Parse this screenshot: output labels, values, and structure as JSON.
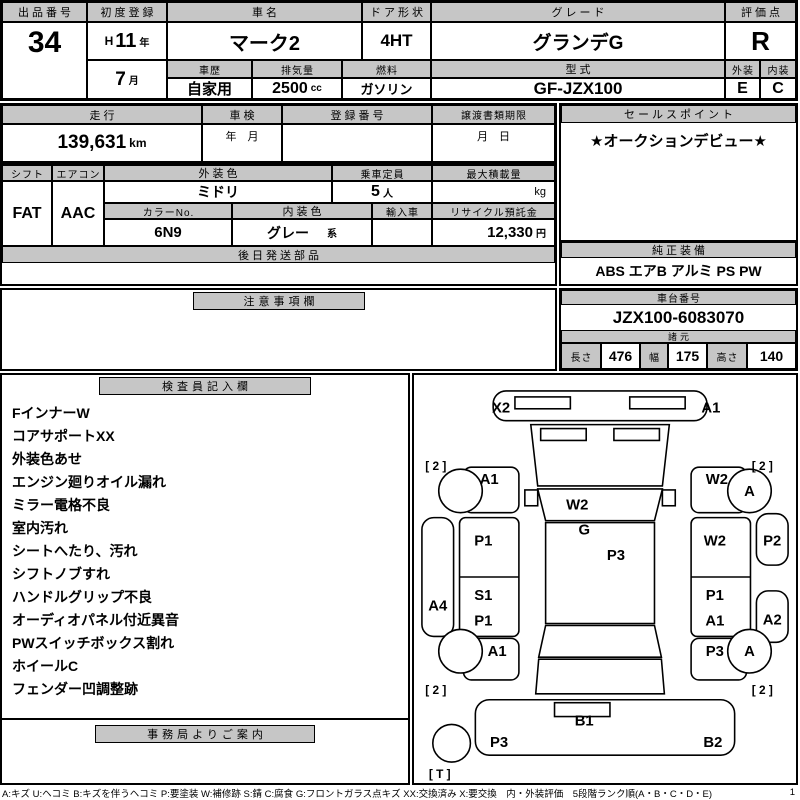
{
  "colors": {
    "header_bg": "#c6c6c6",
    "line": "#000000"
  },
  "top": {
    "lot": {
      "label": "出品番号",
      "value": "34"
    },
    "first_reg": {
      "label": "初度登録",
      "era": "H",
      "year": "11",
      "year_unit": "年",
      "month": "7",
      "month_unit": "月"
    },
    "car_name": {
      "label": "車名",
      "value": "マーク2"
    },
    "door": {
      "label": "ドア形状",
      "value": "4HT"
    },
    "grade": {
      "label": "グレード",
      "value": "グランデG"
    },
    "score": {
      "label": "評価点",
      "value": "R"
    },
    "history": {
      "label": "車歴",
      "value": "自家用"
    },
    "displacement": {
      "label": "排気量",
      "value": "2500",
      "unit": "cc"
    },
    "fuel": {
      "label": "燃料",
      "value": "ガソリン"
    },
    "model_code": {
      "label": "型式",
      "value": "GF-JZX100"
    },
    "exterior": {
      "label": "外装",
      "value": "E"
    },
    "interior": {
      "label": "内装",
      "value": "C"
    }
  },
  "mileage_row": {
    "mileage": {
      "label": "走行",
      "value": "139,631",
      "unit": "km"
    },
    "inspection": {
      "label": "車検",
      "value": "年　月"
    },
    "registration": {
      "label": "登録番号",
      "value": ""
    },
    "transfer": {
      "label": "譲渡書類期限",
      "value": "月　日"
    }
  },
  "sales_point": {
    "label": "セールスポイント",
    "value": "★オークションデビュー★"
  },
  "spec": {
    "shift": {
      "label": "シフト",
      "value": "FAT"
    },
    "aircon": {
      "label": "エアコン",
      "value": "AAC"
    },
    "exterior_color": {
      "label": "外装色",
      "value": "ミドリ"
    },
    "capacity": {
      "label": "乗車定員",
      "value": "5",
      "unit": "人"
    },
    "max_load": {
      "label": "最大積載量",
      "value": "",
      "unit": "kg"
    },
    "color_no": {
      "label": "カラーNo.",
      "value": "6N9"
    },
    "interior_color": {
      "label": "内装色",
      "value": "グレー",
      "unit": "系"
    },
    "import_car": {
      "label": "輸入車",
      "value": ""
    },
    "recycle_deposit": {
      "label": "リサイクル預託金",
      "value": "12,330",
      "unit": "円"
    },
    "later_shipping": {
      "label": "後日発送部品",
      "value": ""
    }
  },
  "equipment": {
    "label": "純正装備",
    "value": "ABS エアB アルミ PS PW"
  },
  "notes": {
    "label": "注意事項欄",
    "value": ""
  },
  "chassis": {
    "label": "車台番号",
    "value": "JZX100-6083070"
  },
  "dimensions": {
    "label": "諸元",
    "length": {
      "label": "長さ",
      "value": "476"
    },
    "width": {
      "label": "幅",
      "value": "175"
    },
    "height": {
      "label": "高さ",
      "value": "140"
    }
  },
  "inspector": {
    "label": "検査員記入欄",
    "items": [
      "FインナーW",
      "コアサポートXX",
      "外装色あせ",
      "エンジン廻りオイル漏れ",
      "ミラー電格不良",
      "室内汚れ",
      "シートへたり、汚れ",
      "シフトノブすれ",
      "ハンドルグリップ不良",
      "オーディオパネル付近異音",
      "PWスイッチボックス割れ",
      "ホイールC",
      "フェンダー凹調整跡"
    ]
  },
  "office": {
    "label": "事務局よりご案内"
  },
  "diagram": {
    "labels": [
      "X2",
      "A1",
      "[ 2 ]",
      "A1",
      "W2",
      "[ 2 ]",
      "W2",
      "A",
      "P1",
      "G",
      "W2",
      "P2",
      "P3",
      "S1",
      "A4",
      "P1",
      "P1",
      "A1",
      "A2",
      "A1",
      "P3",
      "A",
      "[ 2 ]",
      "[ 2 ]",
      "B1",
      "P3",
      "B2",
      "[ T ]"
    ]
  },
  "legend": {
    "text": "A:キズ U:ヘコミ B:キズを伴うヘコミ P:要塗装 W:補修跡 S:錆 C:腐食 G:フロントガラス点キズ XX:交換済み X:要交換　内・外装評価　5段階ランク順(A・B・C・D・E)",
    "page": "1"
  }
}
